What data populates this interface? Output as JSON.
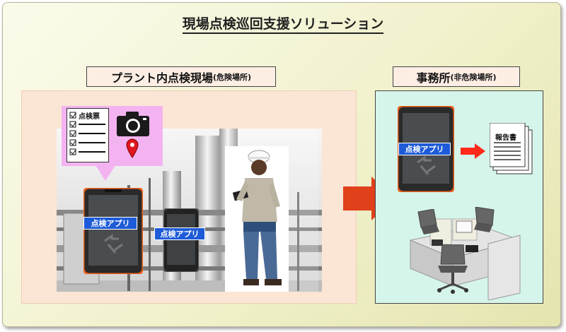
{
  "title": "現場点検巡回支援ソリューション",
  "plant": {
    "label_main": "プラント内点検現場",
    "label_sub": "(危険場所)",
    "checklist_title": "点検票",
    "tablet_left_badge": "点検アプリ",
    "tablet_right_badge": "点検アプリ"
  },
  "office": {
    "label_main": "事務所",
    "label_sub": "(非危険場所)",
    "tablet_badge": "点検アプリ",
    "report_label": "報告書"
  },
  "colors": {
    "callout": "#f3b3f0",
    "badge": "#1e5bd8",
    "arrow_big": "#e0401a",
    "arrow_small": "#ff2a1a",
    "plant_bg": "#fbe5d5",
    "office_bg": "#d6f5ea",
    "tablet_trim": "#e8601c"
  },
  "icons": [
    "camera-icon",
    "location-pin-icon",
    "checkbox-icon",
    "arrow-right-icon",
    "document-icon",
    "tablet-icon",
    "desk-icon",
    "chair-icon"
  ]
}
